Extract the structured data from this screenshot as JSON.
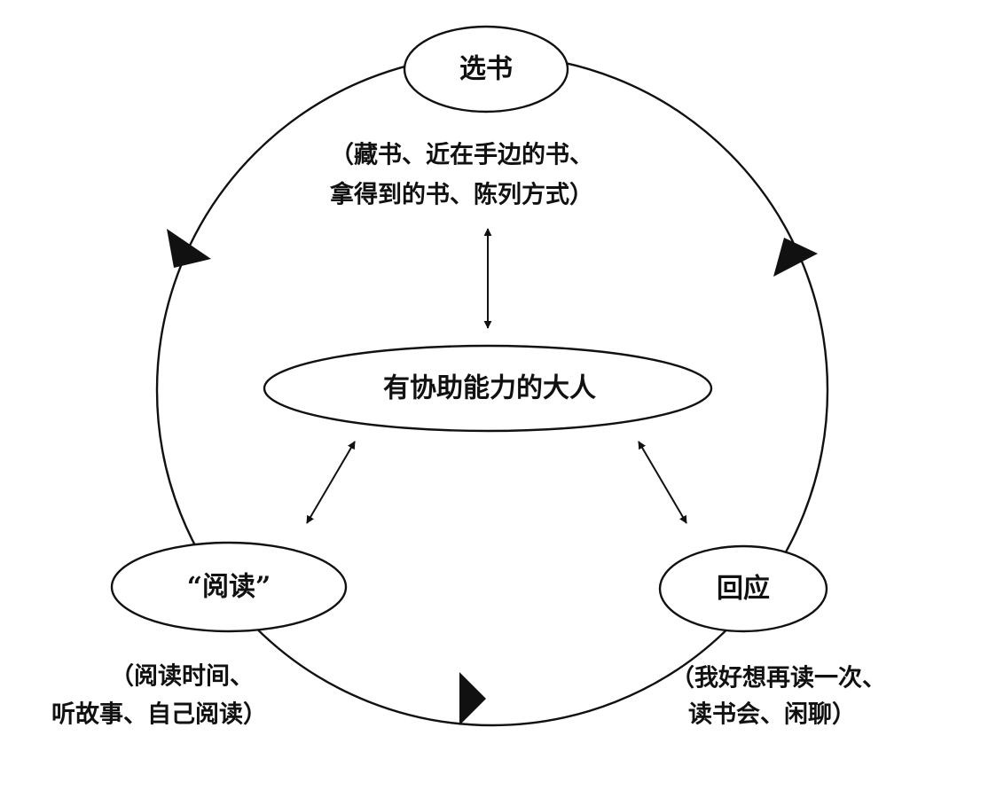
{
  "nodes": {
    "select_books": {
      "label": "选书"
    },
    "center": {
      "label": "有协助能力的大人"
    },
    "reading": {
      "label": "“阅读”"
    },
    "response": {
      "label": "回应"
    }
  },
  "notes": {
    "select_books": [
      "（藏书、近在手边的书、",
      "拿得到的书、陈列方式）"
    ],
    "reading": [
      "（阅读时间、",
      "听故事、自己阅读）"
    ],
    "response": [
      "（我好想再读一次、",
      "读书会、闲聊）"
    ]
  },
  "colors": {
    "stroke": "#111111",
    "background": "#ffffff"
  }
}
